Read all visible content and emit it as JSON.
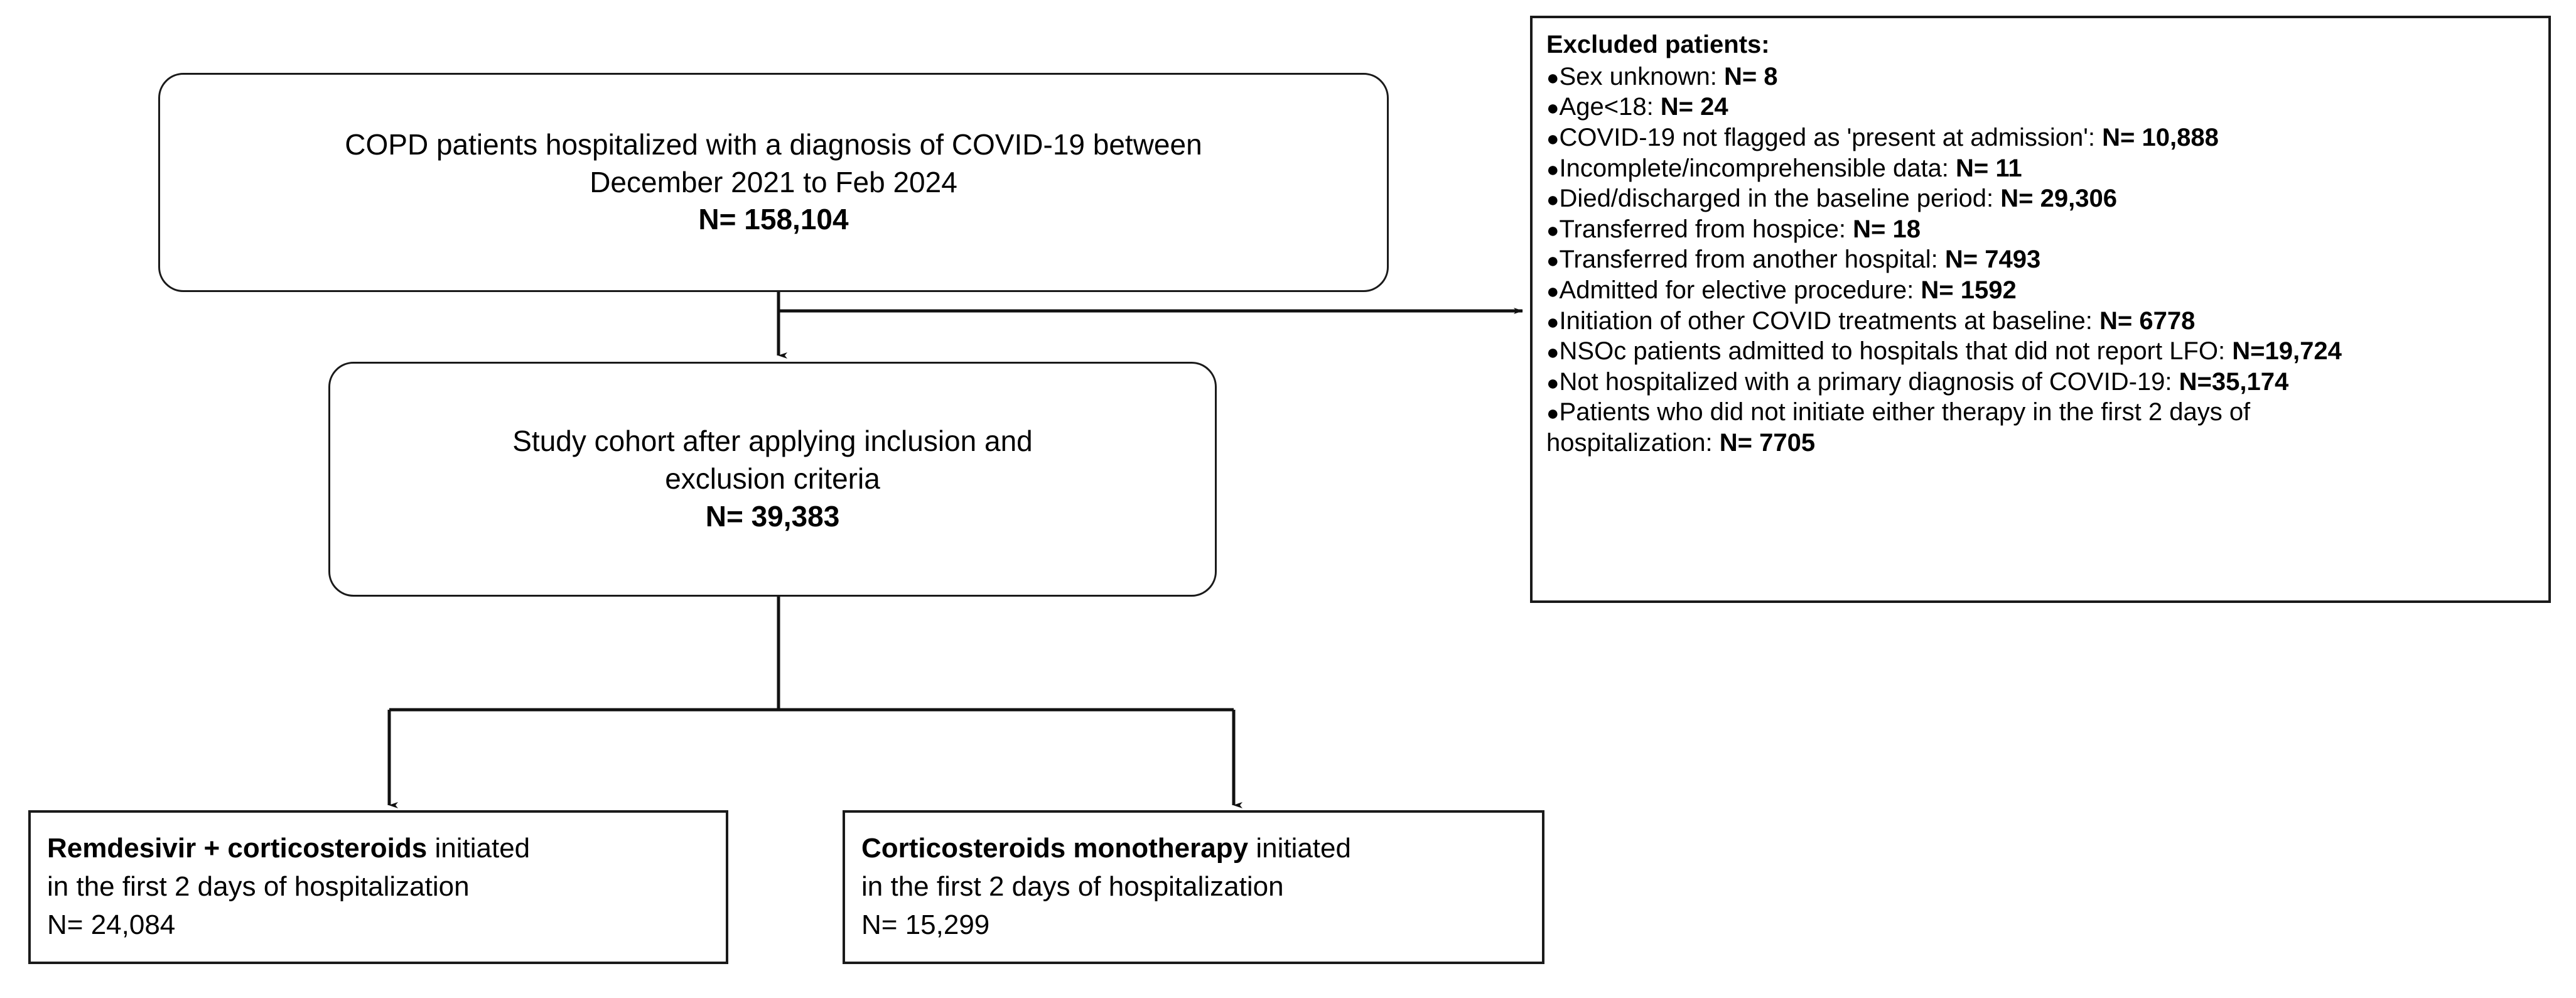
{
  "diagram": {
    "title": "Study cohort selection flow diagram",
    "colors": {
      "stroke": "#1a1a1a",
      "background": "#ffffff",
      "text": "#000000"
    },
    "source_box": {
      "line1": "COPD patients hospitalized with a diagnosis of COVID-19 between",
      "line2": "December 2021 to Feb 2024",
      "line3": "N= 158,104"
    },
    "cohort_box": {
      "line1": "Study cohort after applying inclusion and",
      "line2": "exclusion criteria",
      "line3": "N= 39,383"
    },
    "excluded_box": {
      "title": "Excluded patients:",
      "bullet": "●",
      "items": [
        {
          "label": "Sex unknown: ",
          "value": "N= 8"
        },
        {
          "label": "Age<18: ",
          "value": "N= 24"
        },
        {
          "label": "COVID-19 not flagged as 'present at admission': ",
          "value": "N= 10,888"
        },
        {
          "label": "Incomplete/incomprehensible data: ",
          "value": "N= 11"
        },
        {
          "label": "Died/discharged in the baseline period: ",
          "value": "N= 29,306"
        },
        {
          "label": "Transferred from hospice: ",
          "value": "N= 18"
        },
        {
          "label": "Transferred from another hospital: ",
          "value": "N= 7493"
        },
        {
          "label": "Admitted for elective procedure: ",
          "value": "N= 1592"
        },
        {
          "label": "Initiation of other COVID treatments at baseline: ",
          "value": "N= 6778"
        },
        {
          "label": "NSOc patients admitted to hospitals that did not report LFO: ",
          "value": "N=19,724"
        },
        {
          "label": "Not hospitalized with a primary diagnosis of COVID-19: ",
          "value": "N=35,174"
        },
        {
          "label": "Patients who did not initiate either therapy in the first 2 days of",
          "value": ""
        },
        {
          "label": "hospitalization: ",
          "value": "N= 7705",
          "continuation": true
        }
      ]
    },
    "arm_left_box": {
      "bold_lead": "Remdesivir + corticosteroids",
      "line1_rest": " initiated",
      "line2": "in the first 2 days of hospitalization",
      "line3": "N= 24,084"
    },
    "arm_right_box": {
      "bold_lead": "Corticosteroids monotherapy",
      "line1_rest": " initiated",
      "line2": "in the first 2 days of hospitalization",
      "line3": "N= 15,299"
    }
  },
  "chart_data": {
    "type": "diagram",
    "title": "COPD / COVID-19 study cohort selection flowchart",
    "nodes": [
      {
        "id": "source",
        "label": "COPD patients hospitalized with a diagnosis of COVID-19 between December 2021 to Feb 2024",
        "n": 158104
      },
      {
        "id": "excluded",
        "label": "Excluded patients",
        "n": null
      },
      {
        "id": "cohort",
        "label": "Study cohort after applying inclusion and exclusion criteria",
        "n": 39383
      },
      {
        "id": "arm_combo",
        "label": "Remdesivir + corticosteroids initiated in the first 2 days of hospitalization",
        "n": 24084
      },
      {
        "id": "arm_mono",
        "label": "Corticosteroids monotherapy initiated in the first 2 days of hospitalization",
        "n": 15299
      }
    ],
    "exclusion_counts": [
      {
        "reason": "Sex unknown",
        "n": 8
      },
      {
        "reason": "Age<18",
        "n": 24
      },
      {
        "reason": "COVID-19 not flagged as 'present at admission'",
        "n": 10888
      },
      {
        "reason": "Incomplete/incomprehensible data",
        "n": 11
      },
      {
        "reason": "Died/discharged in the baseline period",
        "n": 29306
      },
      {
        "reason": "Transferred from hospice",
        "n": 18
      },
      {
        "reason": "Transferred from another hospital",
        "n": 7493
      },
      {
        "reason": "Admitted for elective procedure",
        "n": 1592
      },
      {
        "reason": "Initiation of other COVID treatments at baseline",
        "n": 6778
      },
      {
        "reason": "NSOc patients admitted to hospitals that did not report LFO",
        "n": 19724
      },
      {
        "reason": "Not hospitalized with a primary diagnosis of COVID-19",
        "n": 35174
      },
      {
        "reason": "Patients who did not initiate either therapy in the first 2 days of hospitalization",
        "n": 7705
      }
    ],
    "edges": [
      {
        "from": "source",
        "to": "cohort"
      },
      {
        "from": "source",
        "to": "excluded"
      },
      {
        "from": "cohort",
        "to": "arm_combo"
      },
      {
        "from": "cohort",
        "to": "arm_mono"
      }
    ]
  }
}
